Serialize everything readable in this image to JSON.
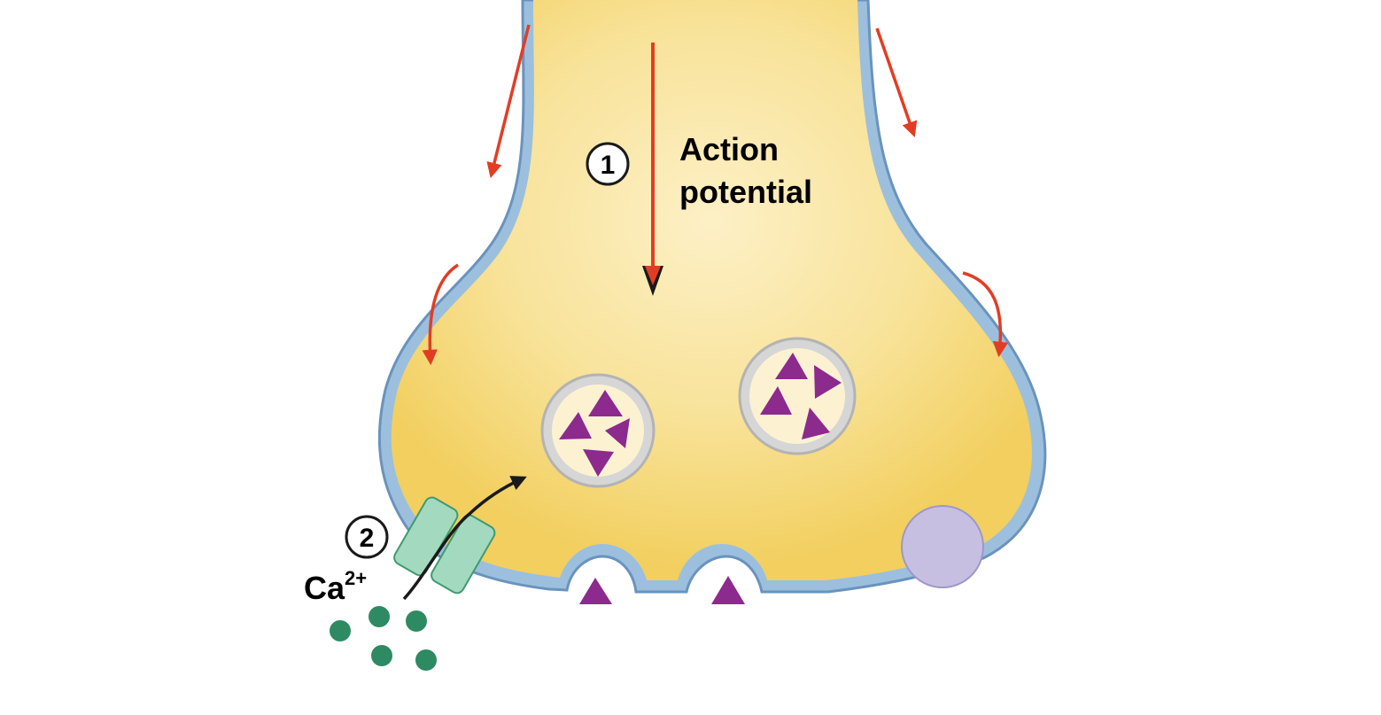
{
  "steps": [
    {
      "number": "1",
      "label_line1": "Action",
      "label_line2": "potential"
    },
    {
      "number": "2",
      "ion": "Ca",
      "ion_charge": "2+"
    }
  ],
  "colors": {
    "cytoplasm": "#f6d976",
    "membrane": "#9cbfde",
    "membrane_edge": "#6a93bd",
    "arrow_red": "#e23d24",
    "neurotransmitter": "#8c2a8d",
    "vesicle_ring": "#c9c9c9",
    "calcium": "#2e8a63",
    "channel": "#a3d9bf",
    "receptor": "#c6bfe2"
  },
  "icons": [
    "action-potential-arrow",
    "membrane-current-arrow",
    "synaptic-vesicle",
    "calcium-channel",
    "calcium-ion",
    "exocytosis-pocket",
    "membrane-protein",
    "calcium-influx-arrow"
  ]
}
